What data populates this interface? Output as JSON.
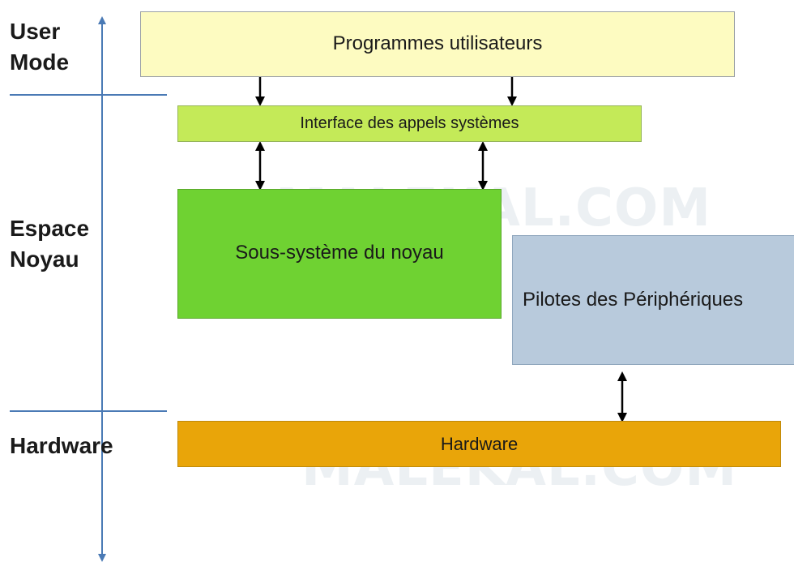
{
  "watermark": "MALEKAL.COM",
  "levels": {
    "user": "User\nMode",
    "kernel": "Espace\nNoyau",
    "hardware": "Hardware"
  },
  "boxes": {
    "programs": "Programmes utilisateurs",
    "syscalls": "Interface des appels systèmes",
    "kernel_subsystem": "Sous-système du noyau",
    "drivers": "Pilotes des Périphériques",
    "hardware": "Hardware"
  },
  "colors": {
    "programs": "#fdfbc1",
    "syscalls": "#c4ea58",
    "kernel_subsystem": "#6fd232",
    "drivers": "#b8cadc",
    "hardware": "#e9a509",
    "axis": "#4a7ab5"
  }
}
